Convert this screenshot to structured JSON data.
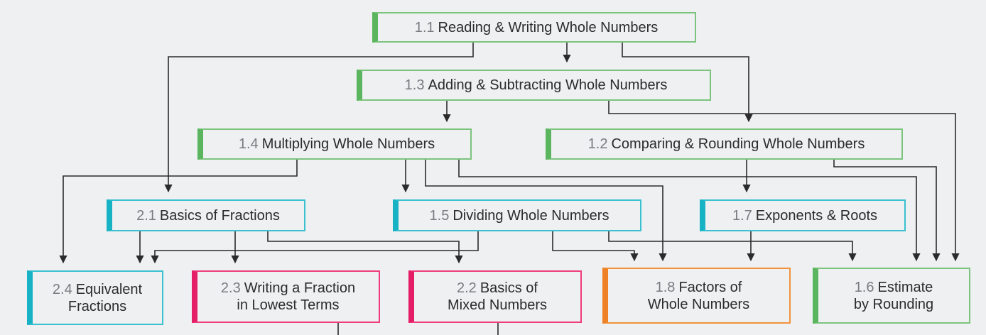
{
  "colors": {
    "green": "#5bb55e",
    "teal": "#17b3c4",
    "pink": "#e41f68",
    "orange": "#ef8227",
    "arrow": "#2b2b2b"
  },
  "nodes": [
    {
      "id": "n11",
      "num": "1.1",
      "line1": "Reading & Writing Whole Numbers",
      "line2": "",
      "color": "green"
    },
    {
      "id": "n13",
      "num": "1.3",
      "line1": "Adding & Subtracting Whole Numbers",
      "line2": "",
      "color": "green"
    },
    {
      "id": "n14",
      "num": "1.4",
      "line1": "Multiplying Whole Numbers",
      "line2": "",
      "color": "green"
    },
    {
      "id": "n12",
      "num": "1.2",
      "line1": "Comparing & Rounding Whole Numbers",
      "line2": "",
      "color": "green"
    },
    {
      "id": "n21",
      "num": "2.1",
      "line1": "Basics of Fractions",
      "line2": "",
      "color": "teal"
    },
    {
      "id": "n15",
      "num": "1.5",
      "line1": "Dividing Whole Numbers",
      "line2": "",
      "color": "teal"
    },
    {
      "id": "n17",
      "num": "1.7",
      "line1": "Exponents & Roots",
      "line2": "",
      "color": "teal"
    },
    {
      "id": "n24",
      "num": "2.4",
      "line1": "Equivalent",
      "line2": "Fractions",
      "color": "teal"
    },
    {
      "id": "n23",
      "num": "2.3",
      "line1": "Writing a Fraction",
      "line2": "in Lowest Terms",
      "color": "pink"
    },
    {
      "id": "n22",
      "num": "2.2",
      "line1": "Basics of",
      "line2": "Mixed Numbers",
      "color": "pink"
    },
    {
      "id": "n18",
      "num": "1.8",
      "line1": "Factors of",
      "line2": "Whole Numbers",
      "color": "orange"
    },
    {
      "id": "n16",
      "num": "1.6",
      "line1": "Estimate",
      "line2": "by Rounding",
      "color": "green"
    }
  ],
  "edges": [
    {
      "from": "n11",
      "to": "n13"
    },
    {
      "from": "n11",
      "to": "n21"
    },
    {
      "from": "n11",
      "to": "n12"
    },
    {
      "from": "n13",
      "to": "n14"
    },
    {
      "from": "n13",
      "to": "n16"
    },
    {
      "from": "n14",
      "to": "n24"
    },
    {
      "from": "n14",
      "to": "n15"
    },
    {
      "from": "n14",
      "to": "n18"
    },
    {
      "from": "n14",
      "to": "n16"
    },
    {
      "from": "n12",
      "to": "n17"
    },
    {
      "from": "n12",
      "to": "n16"
    },
    {
      "from": "n21",
      "to": "n24"
    },
    {
      "from": "n21",
      "to": "n23"
    },
    {
      "from": "n21",
      "to": "n22"
    },
    {
      "from": "n15",
      "to": "n24"
    },
    {
      "from": "n15",
      "to": "n18"
    },
    {
      "from": "n15",
      "to": "n16"
    },
    {
      "from": "n17",
      "to": "n18"
    }
  ]
}
